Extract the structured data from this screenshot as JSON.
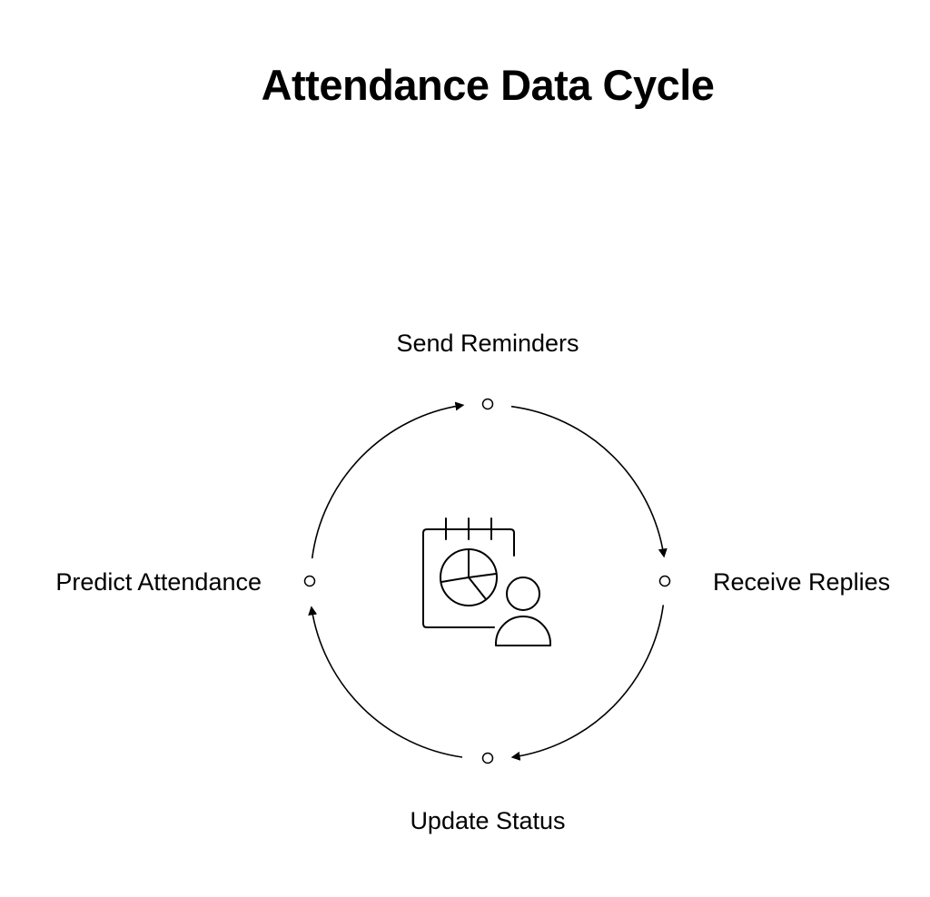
{
  "title": "Attendance Data Cycle",
  "center_icon": "calendar-chart-person-icon",
  "steps": [
    {
      "label": "Send Reminders"
    },
    {
      "label": "Receive Replies"
    },
    {
      "label": "Update Status"
    },
    {
      "label": "Predict Attendance"
    }
  ],
  "colors": {
    "background": "#ffffff",
    "stroke": "#000000"
  }
}
